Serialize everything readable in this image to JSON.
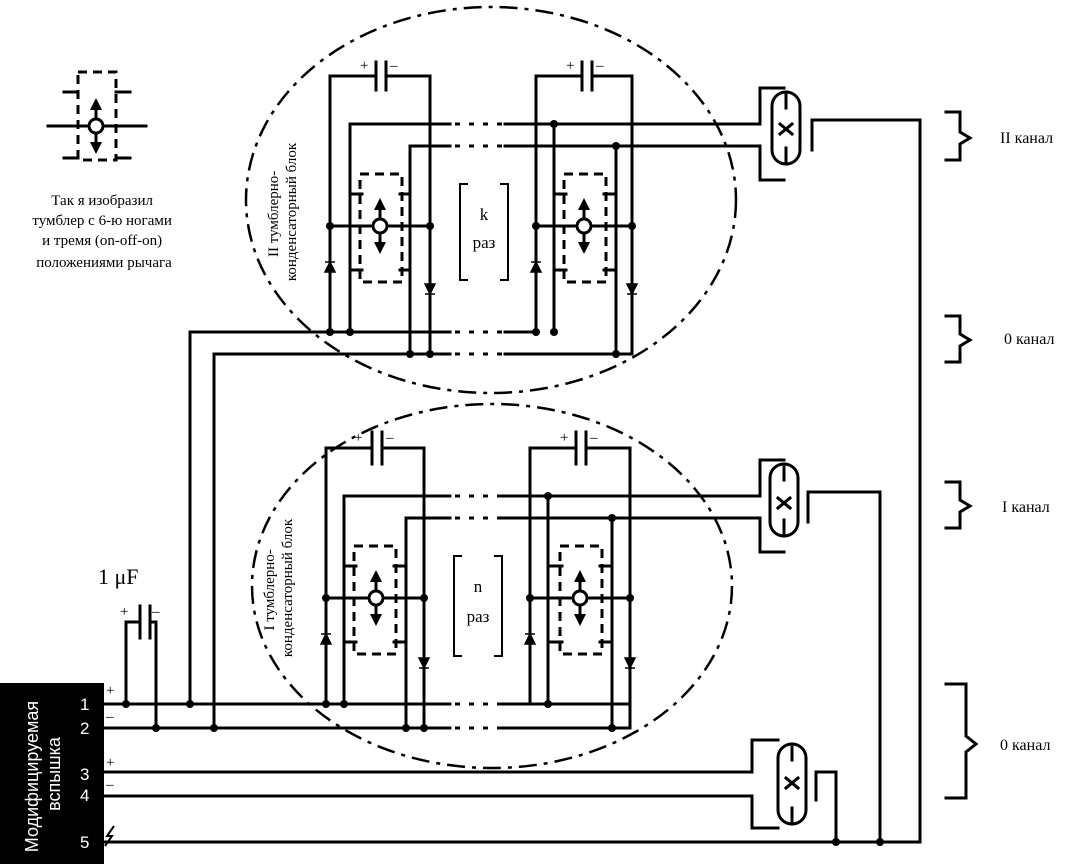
{
  "legend": {
    "lines": [
      "Так я изобразил",
      "тумблер с 6-ю ногами",
      "и тремя (on-off-on)",
      "положениями рычага"
    ]
  },
  "flash_label": [
    "Модифицируемая",
    "вспышка"
  ],
  "capacitor_label": "1 μF",
  "pins": [
    "1",
    "2",
    "3",
    "4",
    "5"
  ],
  "pin_signs": {
    "pin1": "+",
    "pin2": "–",
    "pin3": "+",
    "pin4": "–"
  },
  "cap_signs": {
    "plus": "+",
    "minus": "–"
  },
  "blocks": {
    "upper": {
      "title_line1": "II тумблерно-",
      "title_line2": "конденсаторный блок",
      "repeat_letter": "k",
      "repeat_word": "раз"
    },
    "lower": {
      "title_line1": "I тумблерно-",
      "title_line2": "конденсаторный блок",
      "repeat_letter": "n",
      "repeat_word": "раз"
    }
  },
  "channels": [
    "II канал",
    "0 канал",
    "I канал",
    "0 канал"
  ],
  "icons": [
    "toggle-switch-icon",
    "capacitor-icon",
    "diode-icon",
    "gas-discharge-tube-icon",
    "lightning-icon",
    "brace-icon"
  ]
}
